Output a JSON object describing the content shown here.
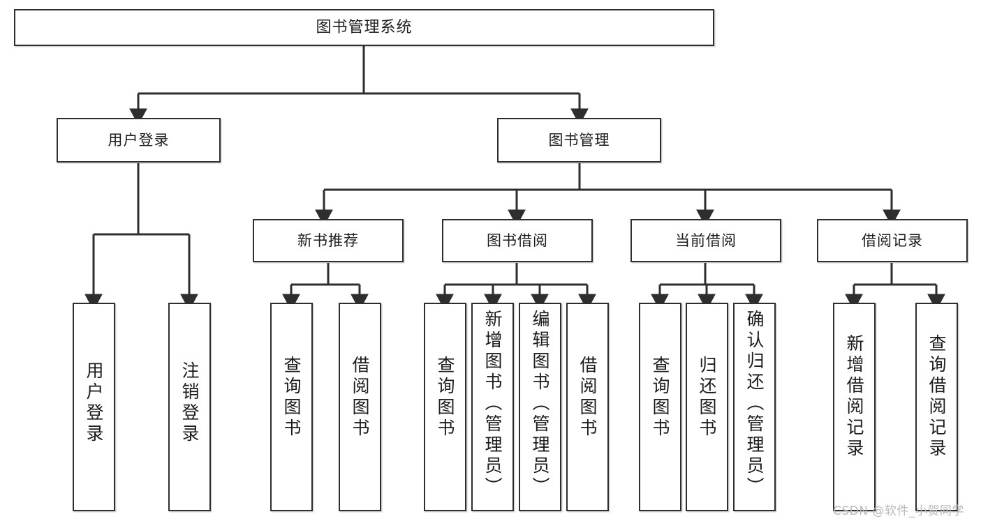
{
  "diagram": {
    "title": "图书管理系统",
    "type": "tree",
    "orientation": "top-down",
    "colors": {
      "box_border": "#2e2e2e",
      "box_fill": "#ffffff",
      "edge": "#2e2e2e",
      "text": "#1b1b1b",
      "watermark": "#b9b9b9"
    },
    "watermark": "CSDN @软件_小贺同学",
    "nodes": {
      "root": {
        "label": "图书管理系统",
        "level": 0,
        "text_direction": "horizontal"
      },
      "user_login": {
        "label": "用户登录",
        "level": 1,
        "text_direction": "horizontal"
      },
      "book_manage": {
        "label": "图书管理",
        "level": 1,
        "text_direction": "horizontal"
      },
      "new_book_rec": {
        "label": "新书推荐",
        "level": 2,
        "text_direction": "horizontal"
      },
      "book_borrow": {
        "label": "图书借阅",
        "level": 2,
        "text_direction": "horizontal"
      },
      "current_borrow": {
        "label": "当前借阅",
        "level": 2,
        "text_direction": "horizontal"
      },
      "borrow_record": {
        "label": "借阅记录",
        "level": 2,
        "text_direction": "horizontal"
      },
      "leaf_user_login": {
        "label": "用户登录",
        "level": 2,
        "text_direction": "vertical"
      },
      "leaf_logout": {
        "label": "注销登录",
        "level": 2,
        "text_direction": "vertical"
      },
      "leaf_query_book_1": {
        "label": "查询图书",
        "level": 3,
        "text_direction": "vertical"
      },
      "leaf_borrow_book_1": {
        "label": "借阅图书",
        "level": 3,
        "text_direction": "vertical"
      },
      "leaf_query_book_2": {
        "label": "查询图书",
        "level": 3,
        "text_direction": "vertical"
      },
      "leaf_add_book": {
        "label": "新增图书（管理员）",
        "level": 3,
        "text_direction": "vertical"
      },
      "leaf_edit_book": {
        "label": "编辑图书（管理员）",
        "level": 3,
        "text_direction": "vertical"
      },
      "leaf_borrow_book_2": {
        "label": "借阅图书",
        "level": 3,
        "text_direction": "vertical"
      },
      "leaf_query_book_3": {
        "label": "查询图书",
        "level": 3,
        "text_direction": "vertical"
      },
      "leaf_return_book": {
        "label": "归还图书",
        "level": 3,
        "text_direction": "vertical"
      },
      "leaf_confirm_return": {
        "label": "确认归还（管理员）",
        "level": 3,
        "text_direction": "vertical"
      },
      "leaf_add_record": {
        "label": "新增借阅记录",
        "level": 3,
        "text_direction": "vertical"
      },
      "leaf_query_record": {
        "label": "查询借阅记录",
        "level": 3,
        "text_direction": "vertical"
      }
    },
    "edges": [
      {
        "from": "root",
        "to": "user_login"
      },
      {
        "from": "root",
        "to": "book_manage"
      },
      {
        "from": "user_login",
        "to": "leaf_user_login"
      },
      {
        "from": "user_login",
        "to": "leaf_logout"
      },
      {
        "from": "book_manage",
        "to": "new_book_rec"
      },
      {
        "from": "book_manage",
        "to": "book_borrow"
      },
      {
        "from": "book_manage",
        "to": "current_borrow"
      },
      {
        "from": "book_manage",
        "to": "borrow_record"
      },
      {
        "from": "new_book_rec",
        "to": "leaf_query_book_1"
      },
      {
        "from": "new_book_rec",
        "to": "leaf_borrow_book_1"
      },
      {
        "from": "book_borrow",
        "to": "leaf_query_book_2"
      },
      {
        "from": "book_borrow",
        "to": "leaf_add_book"
      },
      {
        "from": "book_borrow",
        "to": "leaf_edit_book"
      },
      {
        "from": "book_borrow",
        "to": "leaf_borrow_book_2"
      },
      {
        "from": "current_borrow",
        "to": "leaf_query_book_3"
      },
      {
        "from": "current_borrow",
        "to": "leaf_return_book"
      },
      {
        "from": "current_borrow",
        "to": "leaf_confirm_return"
      },
      {
        "from": "borrow_record",
        "to": "leaf_add_record"
      },
      {
        "from": "borrow_record",
        "to": "leaf_query_record"
      }
    ]
  }
}
